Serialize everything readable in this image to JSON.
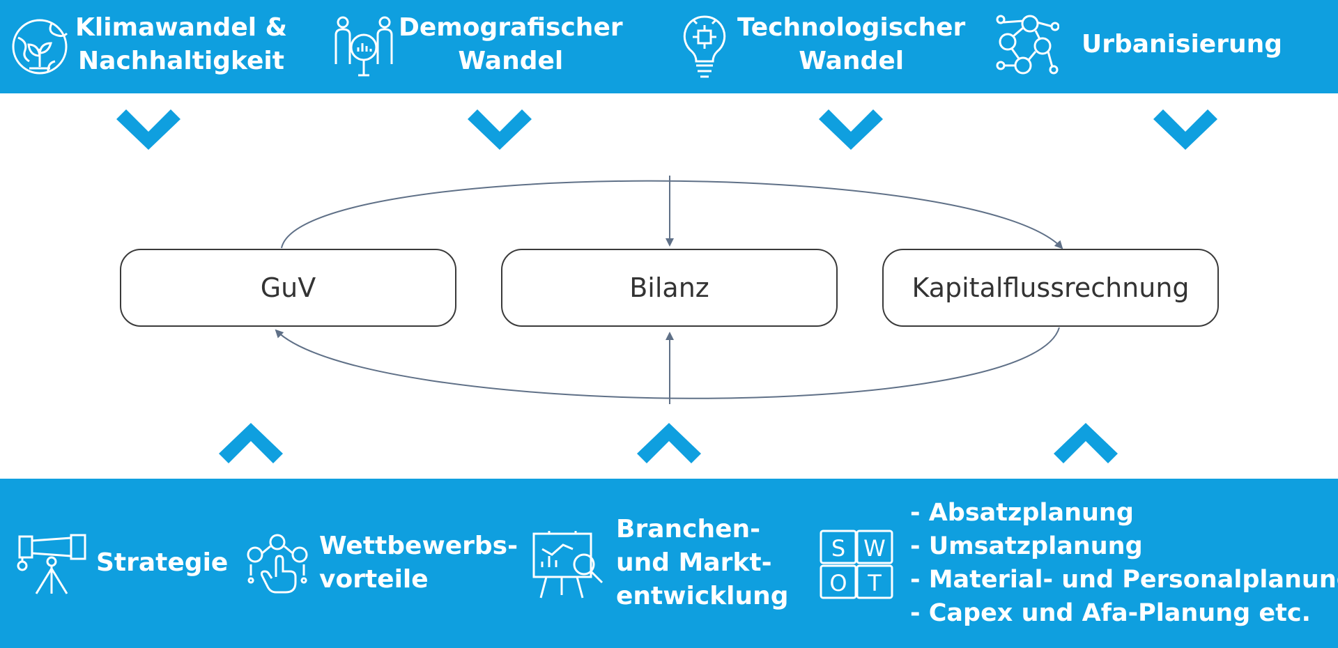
{
  "colors": {
    "brand_blue": "#0f9fdf",
    "arrow_gray": "#5f7087",
    "box_border": "#3a3a3a"
  },
  "top_drivers": [
    {
      "icon": "globe-plant-icon",
      "line1": "Klimawandel &",
      "line2": "Nachhaltigkeit"
    },
    {
      "icon": "people-magnifier-icon",
      "line1": "Demografischer",
      "line2": "Wandel"
    },
    {
      "icon": "lightbulb-chip-icon",
      "line1": "Technologischer",
      "line2": "Wandel"
    },
    {
      "icon": "network-people-icon",
      "line1": "Urbanisierung"
    }
  ],
  "statements": {
    "guv": "GuV",
    "bilanz": "Bilanz",
    "kapitalfluss": "Kapitalflussrechnung"
  },
  "bottom_inputs": [
    {
      "icon": "telescope-icon",
      "line1": "Strategie"
    },
    {
      "icon": "hand-network-icon",
      "line1": "Wettbewerbs-",
      "line2": "vorteile"
    },
    {
      "icon": "presentation-chart-icon",
      "line1": "Branchen-",
      "line2": "und Markt-",
      "line3": "entwicklung"
    },
    {
      "icon": "swot-icon",
      "swot_letters": [
        "S",
        "W",
        "O",
        "T"
      ]
    }
  ],
  "planning_items": [
    "- Absatzplanung",
    "- Umsatzplanung",
    "- Material- und Personalplanung",
    "- Capex und Afa-Planung etc."
  ]
}
